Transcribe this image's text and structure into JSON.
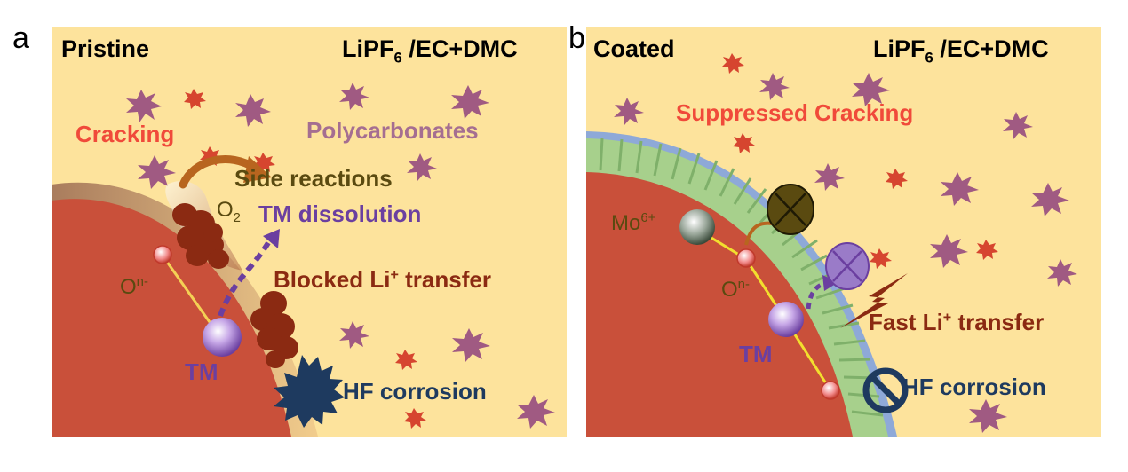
{
  "panel_a": {
    "letter": "a",
    "title": "Pristine",
    "electrolyte_main": "LiPF",
    "electrolyte_sub": "6",
    "electrolyte_rest": " /EC+DMC",
    "cracking": "Cracking",
    "polycarbonates": "Polycarbonates",
    "side_reactions": "Side reactions",
    "o2_main": "O",
    "o2_sub": "2",
    "tm_dissolution": "TM dissolution",
    "blocked_main": "Blocked Li",
    "blocked_sup": "+",
    "blocked_rest": " transfer",
    "oxygen_main": "O",
    "oxygen_sup": "n-",
    "tm": "TM",
    "hf_corrosion": "HF corrosion"
  },
  "panel_b": {
    "letter": "b",
    "title": "Coated",
    "electrolyte_main": "LiPF",
    "electrolyte_sub": "6",
    "electrolyte_rest": " /EC+DMC",
    "suppressed_cracking": "Suppressed Cracking",
    "mo_main": "Mo",
    "mo_sup": "6+",
    "oxygen_main": "O",
    "oxygen_sup": "n-",
    "fast_main": "Fast Li",
    "fast_sup": "+",
    "fast_rest": " transfer",
    "tm": "TM",
    "hf_corrosion": "HF corrosion"
  },
  "colors": {
    "background": "#fde39c",
    "cathode": "#c9503a",
    "polycarbonate": "#a05a82",
    "small_burst": "#d6452f",
    "byproduct": "#8b2a12",
    "hf": "#1e3a5f",
    "tm_purple": "#6b3fa0",
    "coating_green": "#a7d08c",
    "coating_blue": "#8ea9d8",
    "red_text": "#f04a3a",
    "olive_text": "#5a4a10",
    "brown_text": "#8b2a12",
    "mauve_text": "#a56e91"
  }
}
